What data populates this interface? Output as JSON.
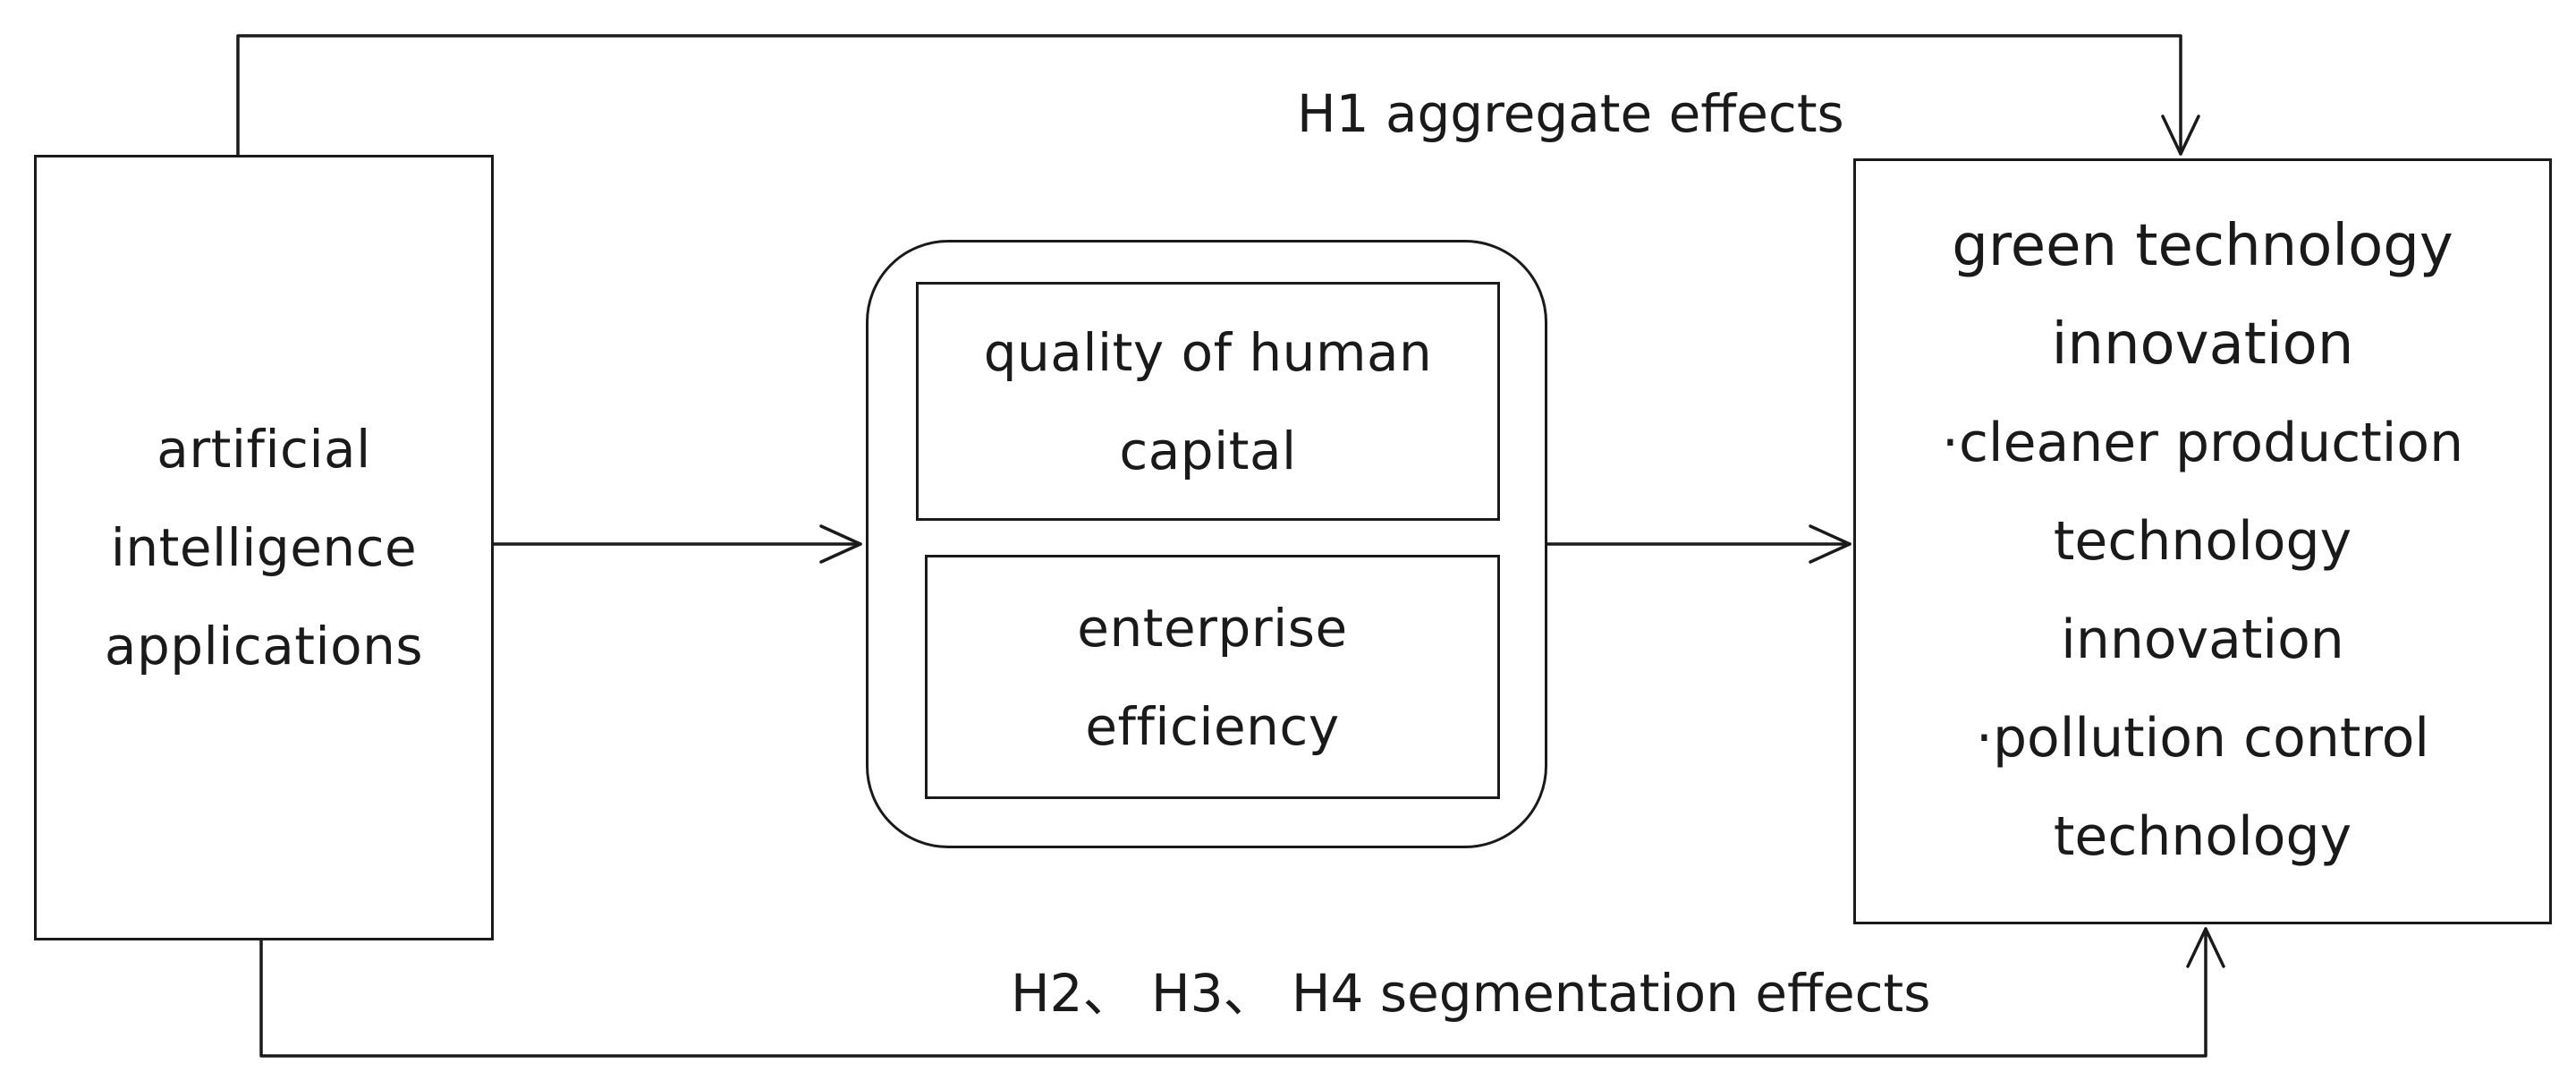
{
  "nodes": {
    "ai_applications": {
      "lines": [
        "artificial",
        "intelligence",
        "applications"
      ]
    },
    "mediators": {
      "human_capital": {
        "lines": [
          "quality of human",
          "capital"
        ]
      },
      "enterprise_efficiency": {
        "lines": [
          "enterprise",
          "efficiency"
        ]
      }
    },
    "green_technology_innovation": {
      "title_lines": [
        "green technology",
        "innovation"
      ],
      "items": [
        {
          "bullet": "·",
          "lines": [
            "cleaner production",
            "technology",
            "innovation"
          ]
        },
        {
          "bullet": "·",
          "lines": [
            "pollution control",
            "technology"
          ]
        }
      ]
    }
  },
  "edges": {
    "aggregate": {
      "label": "H1 aggregate effects"
    },
    "segmentation": {
      "label": "H2、 H3、 H4 segmentation effects"
    }
  },
  "colors": {
    "stroke": "#1a1a1a",
    "background": "#ffffff",
    "text": "#1a1a1a"
  }
}
